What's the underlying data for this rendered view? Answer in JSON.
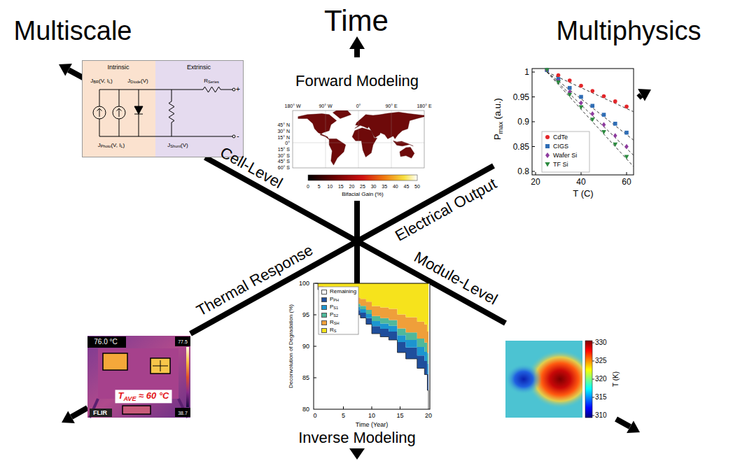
{
  "diagram": {
    "nodes": [
      {
        "text": [
          "Intrinsic",
          "JBR(V, IL)",
          "JDiode(V)",
          "JPhoto(V, IL)"
        ]
      },
      {
        "text": [
          "Extrinsic",
          "RSeries",
          "JShunt(V)",
          "+",
          "-"
        ]
      }
    ],
    "labels": [
      "Time",
      "Multiscale",
      "Multiphysics",
      "Forward Modeling",
      "180° W",
      "90° W",
      "0°",
      "90° E",
      "180° E",
      "45° N",
      "30° N",
      "15° N",
      "0°",
      "15° S",
      "30° S",
      "45° S",
      "60° S",
      "0",
      "5",
      "10",
      "15",
      "20",
      "25",
      "30",
      "35",
      "40",
      "45",
      "50",
      "Bifacial Gain (%)",
      "1",
      "0.95",
      "0.9",
      "0.85",
      "0.8",
      "20",
      "40",
      "60",
      "Pmax (a.u.)",
      "T (C)",
      "Cell-Level",
      "Electrical Output",
      "Thermal Response",
      "Module-Level",
      "76.0 °C",
      "77.5",
      "TAVE ≈ 60 °C",
      "FLIR",
      "38.7",
      "100",
      "95",
      "90",
      "85",
      "80",
      "0",
      "5",
      "10",
      "15",
      "20",
      "Deconvolution of Degradation (%)",
      "Time (Year)",
      "Inverse Modeling",
      "330",
      "325",
      "320",
      "315",
      "310",
      "T (K)"
    ],
    "legend": [
      {
        "text": "CdTe"
      },
      {
        "text": "CIGS"
      },
      {
        "text": "Wafer Si"
      },
      {
        "text": "TF Si"
      },
      {
        "text": "Remaining",
        "color": "#ffffff"
      },
      {
        "text": "PPH",
        "color": "#1f4e9c"
      },
      {
        "text": "PS1",
        "color": "#1c95d0"
      },
      {
        "text": "PS2",
        "color": "#4fb89b"
      },
      {
        "text": "RSH",
        "color": "#ef9f3a"
      },
      {
        "text": "RS",
        "color": "#f6e31c"
      }
    ]
  }
}
